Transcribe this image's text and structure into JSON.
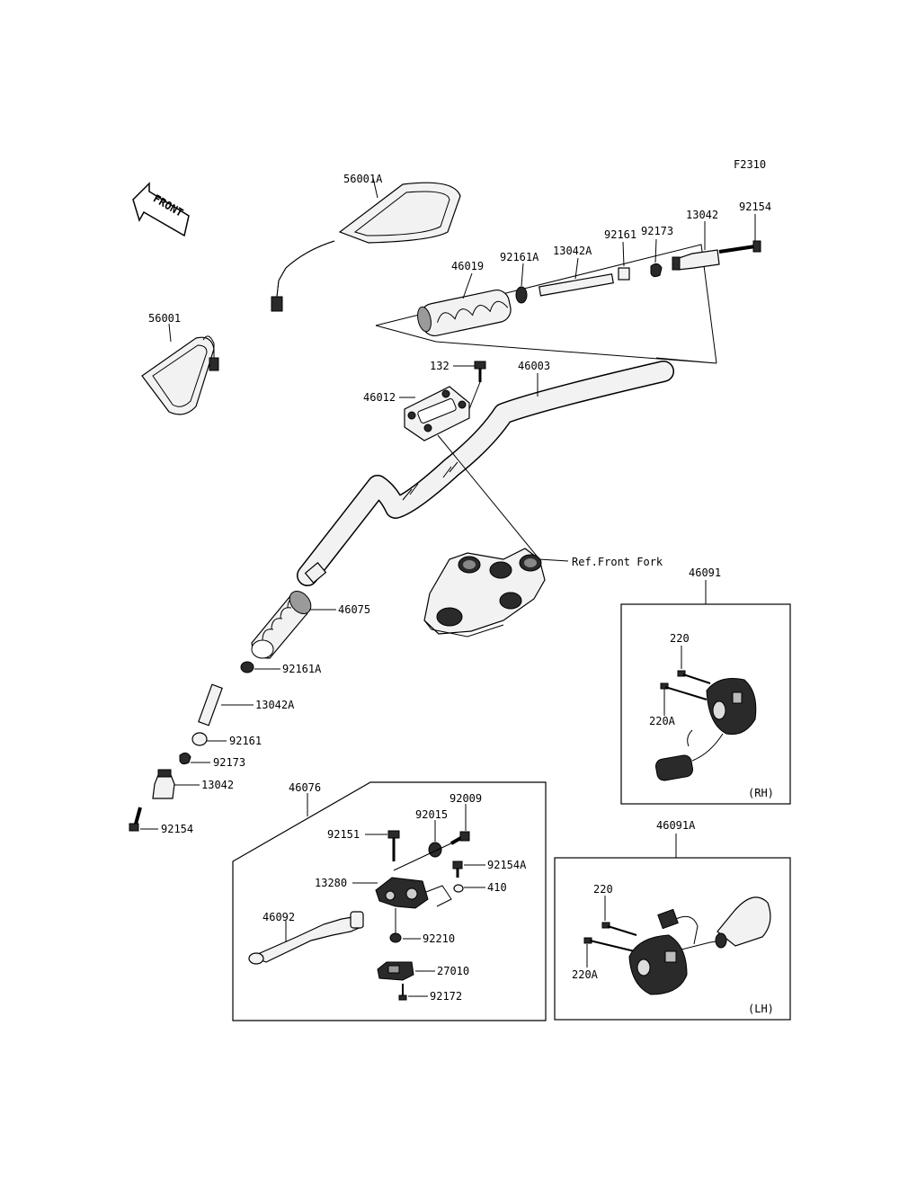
{
  "diagram_code": "F2310",
  "front_arrow_text": "FRONT",
  "reference_note": "Ref.Front Fork",
  "parts": {
    "p56001A": "56001A",
    "p56001": "56001",
    "p46019": "46019",
    "p92161A_top": "92161A",
    "p13042A_top": "13042A",
    "p92161_top": "92161",
    "p92173_top": "92173",
    "p13042_top": "13042",
    "p92154_top": "92154",
    "p132": "132",
    "p46003": "46003",
    "p46012": "46012",
    "p46075": "46075",
    "p92161A_left": "92161A",
    "p13042A_left": "13042A",
    "p92161_left": "92161",
    "p92173_left": "92173",
    "p13042_left": "13042",
    "p92154_left": "92154",
    "p46076": "46076",
    "p92009": "92009",
    "p92015": "92015",
    "p92151": "92151",
    "p92154A": "92154A",
    "p13280": "13280",
    "p410": "410",
    "p46092": "46092",
    "p92210": "92210",
    "p27010": "27010",
    "p92172": "92172",
    "p46091": "46091",
    "p220_rh": "220",
    "p220A_rh": "220A",
    "p46091A": "46091A",
    "p220_lh": "220",
    "p220A_lh": "220A"
  },
  "box_tags": {
    "rh": "(RH)",
    "lh": "(LH)"
  }
}
